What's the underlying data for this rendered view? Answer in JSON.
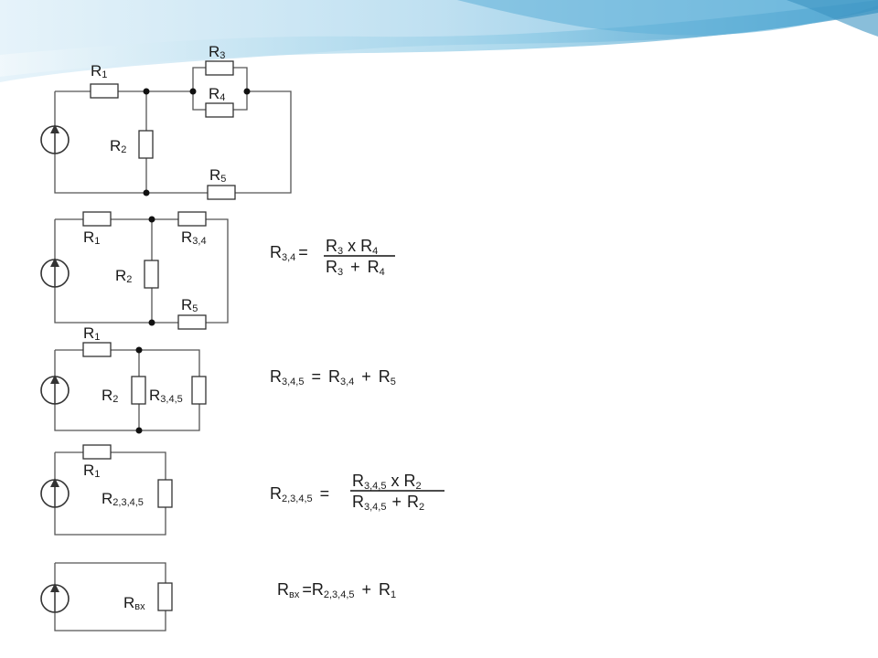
{
  "colors": {
    "wave_light": "#cfe8f5",
    "wave_mid": "#86c3e2",
    "wave_dark": "#4da3cf",
    "wire": "#555555"
  },
  "circuit1": {
    "r1": {
      "main": "R",
      "sub": "1"
    },
    "r2": {
      "main": "R",
      "sub": "2"
    },
    "r3": {
      "main": "R",
      "sub": "3"
    },
    "r4": {
      "main": "R",
      "sub": "4"
    },
    "r5": {
      "main": "R",
      "sub": "5"
    }
  },
  "circuit2": {
    "r1": {
      "main": "R",
      "sub": "1"
    },
    "r34": {
      "main": "R",
      "sub": "3,4"
    },
    "r2": {
      "main": "R",
      "sub": "2"
    },
    "r5": {
      "main": "R",
      "sub": "5"
    }
  },
  "circuit3": {
    "r1": {
      "main": "R",
      "sub": "1"
    },
    "r2": {
      "main": "R",
      "sub": "2"
    },
    "r345": {
      "main": "R",
      "sub": "3,4,5"
    }
  },
  "circuit4": {
    "r1": {
      "main": "R",
      "sub": "1"
    },
    "r2345": {
      "main": "R",
      "sub": "2,3,4,5"
    }
  },
  "circuit5": {
    "rvx": {
      "main": "R",
      "sub": "вх"
    }
  },
  "equations": {
    "eq1": {
      "lhs": {
        "main": "R",
        "sub": "3,4"
      },
      "eq": "=",
      "num": {
        "a": "R",
        "asub": "3",
        "op": "x",
        "b": "R",
        "bsub": "4"
      },
      "den": {
        "a": "R",
        "asub": "3",
        "op": "+",
        "b": "R",
        "bsub": "4"
      }
    },
    "eq2": {
      "lhs": {
        "main": "R",
        "sub": "3,4,5"
      },
      "eq": "=",
      "a": "R",
      "asub": "3,4",
      "op": "+",
      "b": "R",
      "bsub": "5"
    },
    "eq3": {
      "lhs": {
        "main": "R",
        "sub": "2,3,4,5"
      },
      "eq": "=",
      "num": {
        "a": "R",
        "asub": "3,4,5",
        "op": "x",
        "b": "R",
        "bsub": "2"
      },
      "den": {
        "a": "R",
        "asub": "3,4,5",
        "op": "+",
        "b": "R",
        "bsub": "2"
      }
    },
    "eq4": {
      "lhs": {
        "main": "R",
        "sub": "вх"
      },
      "eq": "=",
      "a": "R",
      "asub": "2,3,4,5",
      "op": "+",
      "b": "R",
      "bsub": "1"
    }
  }
}
